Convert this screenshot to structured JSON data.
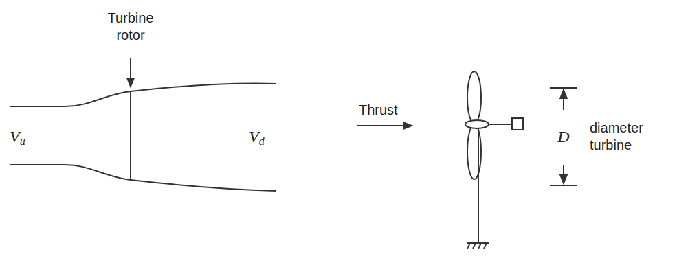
{
  "diagram": {
    "labels": [
      "Turbine rotor",
      "Vu",
      "Vd",
      "Thrust",
      "D",
      "diameter turbine"
    ]
  }
}
